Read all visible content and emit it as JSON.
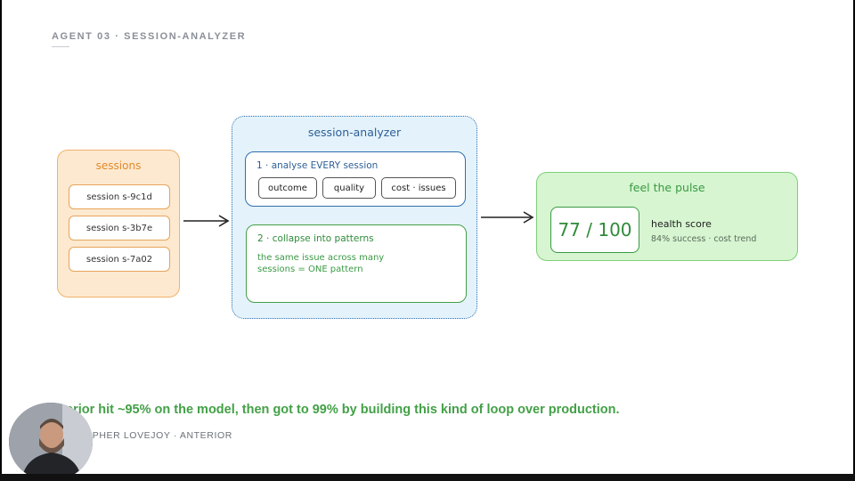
{
  "header": {
    "kicker": "AGENT 03 · SESSION-ANALYZER"
  },
  "sessions": {
    "title": "sessions",
    "items": [
      "session s-9c1d",
      "session s-3b7e",
      "session s-7a02"
    ]
  },
  "analyzer": {
    "title": "session-analyzer",
    "step1": {
      "label": "1 · analyse EVERY session",
      "chips": [
        "outcome",
        "quality",
        "cost · issues"
      ]
    },
    "step2": {
      "label": "2 · collapse into patterns",
      "description": "the same issue across many sessions  =  ONE pattern"
    }
  },
  "pulse": {
    "title": "feel the pulse",
    "score": "77 / 100",
    "health_label": "health score",
    "health_sub": "84% success  ·  cost trend"
  },
  "footer": {
    "quote": "erior hit ~95% on the model, then got to 99% by building this kind of loop over production.",
    "attribution": "OPHER LOVEJOY · ANTERIOR"
  },
  "colors": {
    "orange_accent": "#f0b26a",
    "blue_accent": "#2d6fb0",
    "green_accent": "#43a047",
    "pulse_fill": "#d6f5d0"
  }
}
